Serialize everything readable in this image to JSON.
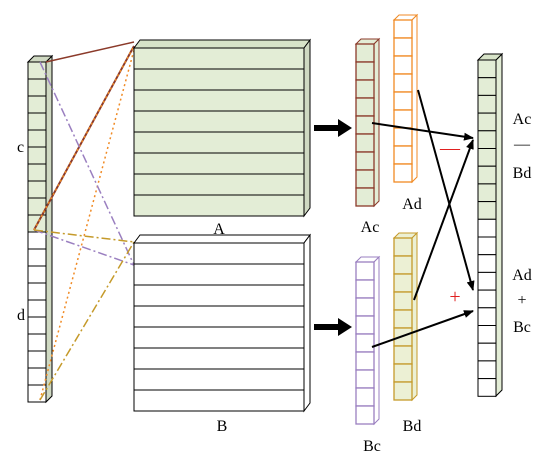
{
  "labels": {
    "c": "c",
    "d": "d",
    "A": "A",
    "B": "B",
    "Ac": "Ac",
    "Ad": "Ad",
    "Bc": "Bc",
    "Bd": "Bd",
    "out_top_1": "Ac",
    "out_top_op": "—",
    "out_top_2": "Bd",
    "out_bot_1": "Ad",
    "out_bot_op": "+",
    "out_bot_2": "Bc",
    "minus_sign": "—",
    "plus_sign": "+"
  },
  "colors": {
    "green_fill": "#e3edd6",
    "white_fill": "#ffffff",
    "dark_red": "#8b3a2a",
    "orange": "#f08a24",
    "purple": "#9a7fc0",
    "gold": "#c59a2a",
    "gold_fill": "#ecf0d4",
    "sign_red": "#e02020",
    "stroke": "#000000"
  }
}
